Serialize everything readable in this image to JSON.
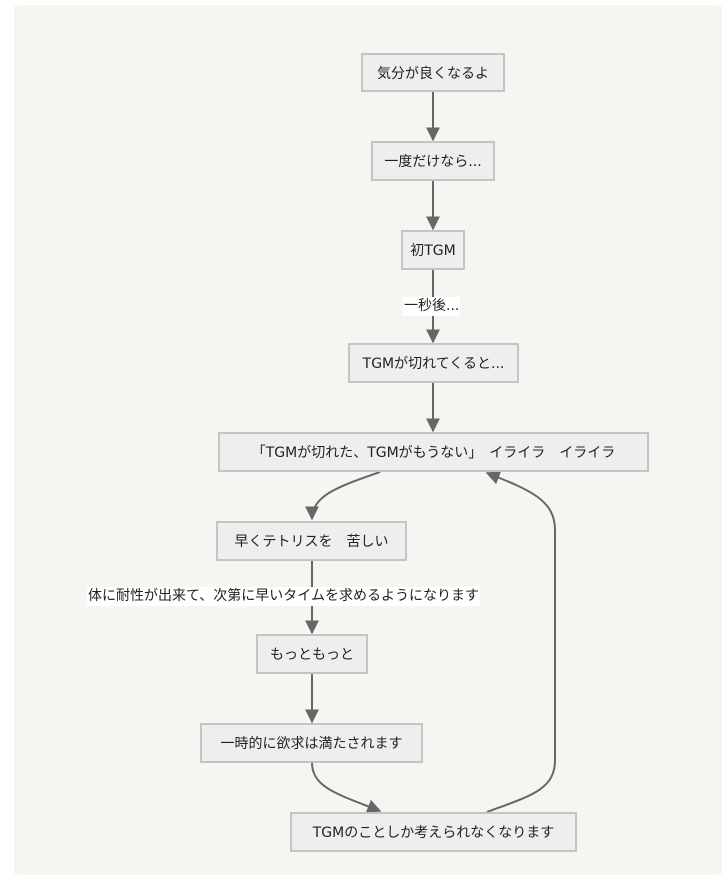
{
  "diagram": {
    "type": "flowchart",
    "direction": "top-down",
    "colors": {
      "background": "#f6f5f2",
      "node_fill": "#eeeeee",
      "node_border": "#c4c4c4",
      "edge": "#666666",
      "label_bg": "#ffffff"
    },
    "nodes": [
      {
        "id": "n1",
        "label": "気分が良くなるよ"
      },
      {
        "id": "n2",
        "label": "一度だけなら..."
      },
      {
        "id": "n3",
        "label": "初TGM"
      },
      {
        "id": "n4",
        "label": "TGMが切れてくると..."
      },
      {
        "id": "n5",
        "label": "「TGMが切れた、TGMがもうない」　イライラ　イライラ"
      },
      {
        "id": "n6",
        "label": "早くテトリスを　苦しい"
      },
      {
        "id": "n7",
        "label": "もっともっと"
      },
      {
        "id": "n8",
        "label": "一時的に欲求は満たされます"
      },
      {
        "id": "n9",
        "label": "TGMのことしか考えられなくなります"
      }
    ],
    "edges": [
      {
        "from": "n1",
        "to": "n2",
        "label": ""
      },
      {
        "from": "n2",
        "to": "n3",
        "label": ""
      },
      {
        "from": "n3",
        "to": "n4",
        "label": "一秒後..."
      },
      {
        "from": "n4",
        "to": "n5",
        "label": ""
      },
      {
        "from": "n5",
        "to": "n6",
        "label": ""
      },
      {
        "from": "n6",
        "to": "n7",
        "label": "体に耐性が出来て、次第に早いタイムを求めるようになります"
      },
      {
        "from": "n7",
        "to": "n8",
        "label": ""
      },
      {
        "from": "n8",
        "to": "n9",
        "label": ""
      },
      {
        "from": "n9",
        "to": "n5",
        "label": ""
      }
    ]
  }
}
